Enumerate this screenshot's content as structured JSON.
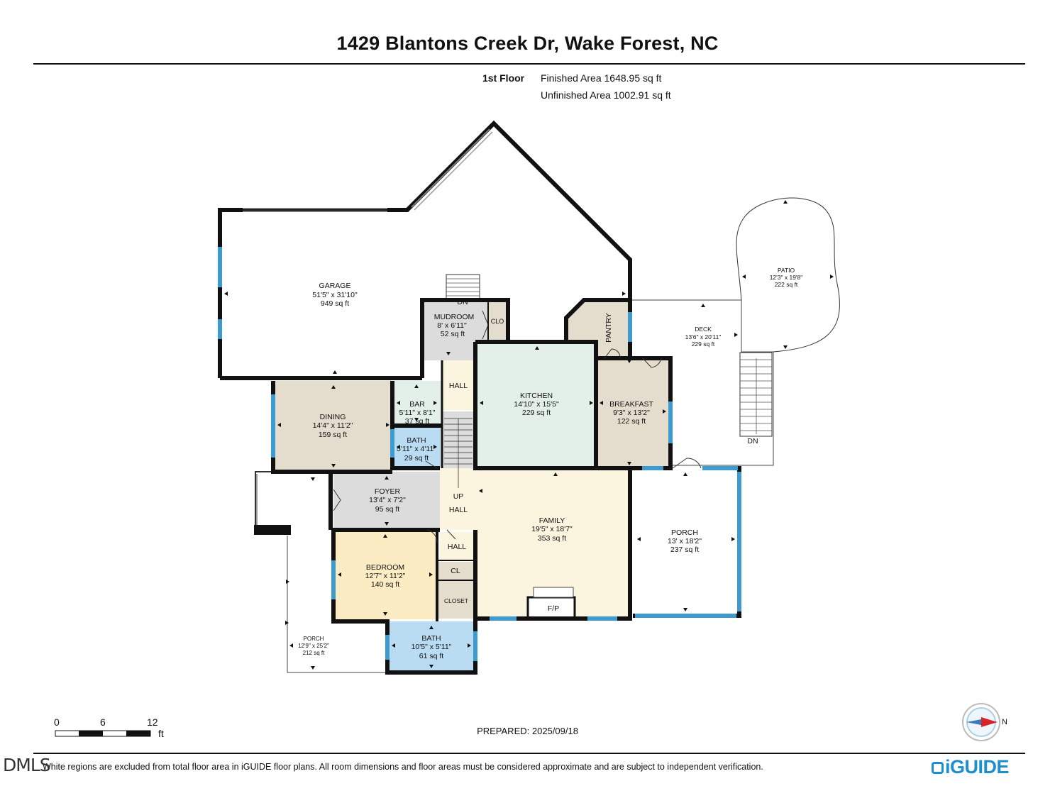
{
  "header": {
    "title": "1429 Blantons Creek Dr, Wake Forest, NC",
    "floor_label": "1st Floor",
    "finished_area": "Finished Area 1648.95 sq ft",
    "unfinished_area": "Unfinished Area 1002.91 sq ft"
  },
  "rooms": {
    "garage": {
      "name": "GARAGE",
      "dims": "51'5\" x 31'10\"",
      "area": "949 sq ft"
    },
    "mudroom": {
      "name": "MUDROOM",
      "dims": "8' x 6'11\"",
      "area": "52 sq ft"
    },
    "clo": {
      "name": "CLO"
    },
    "pantry": {
      "name": "PANTRY"
    },
    "deck": {
      "name": "DECK",
      "dims": "13'6\" x 20'11\"",
      "area": "229 sq ft"
    },
    "patio": {
      "name": "PATIO",
      "dims": "12'3\" x 19'8\"",
      "area": "222 sq ft"
    },
    "dining": {
      "name": "DINING",
      "dims": "14'4\" x 11'2\"",
      "area": "159 sq ft"
    },
    "bar": {
      "name": "BAR",
      "dims": "5'11\" x 8'1\"",
      "area": "37 sq ft"
    },
    "hall_upper": {
      "name": "HALL"
    },
    "kitchen": {
      "name": "KITCHEN",
      "dims": "14'10\" x 15'5\"",
      "area": "229 sq ft"
    },
    "breakfast": {
      "name": "BREAKFAST",
      "dims": "9'3\" x 13'2\"",
      "area": "122 sq ft"
    },
    "bath_small": {
      "name": "BATH",
      "dims": "5'11\" x 4'11\"",
      "area": "29 sq ft"
    },
    "foyer": {
      "name": "FOYER",
      "dims": "13'4\" x 7'2\"",
      "area": "95 sq ft"
    },
    "up": {
      "name": "UP"
    },
    "hall_mid": {
      "name": "HALL"
    },
    "family": {
      "name": "FAMILY",
      "dims": "19'5\" x 18'7\"",
      "area": "353 sq ft"
    },
    "porch_right": {
      "name": "PORCH",
      "dims": "13' x 18'2\"",
      "area": "237 sq ft"
    },
    "hall_lower": {
      "name": "HALL"
    },
    "bedroom": {
      "name": "BEDROOM",
      "dims": "12'7\" x 11'2\"",
      "area": "140 sq ft"
    },
    "cl": {
      "name": "CL"
    },
    "closet": {
      "name": "CLOSET"
    },
    "fp": {
      "name": "F/P"
    },
    "bath_lower": {
      "name": "BATH",
      "dims": "10'5\" x 5'11\"",
      "area": "61 sq ft"
    },
    "porch_left": {
      "name": "PORCH",
      "dims": "12'9\" x 25'2\"",
      "area": "212 sq ft"
    }
  },
  "stairs": {
    "dn_mudroom": "DN",
    "dn_deck": "DN"
  },
  "scale": {
    "ticks": [
      "0",
      "6",
      "12"
    ],
    "unit": "ft"
  },
  "compass": {
    "label": "N"
  },
  "prepared": "PREPARED: 2025/09/18",
  "disclaimer": "White regions are excluded from total floor area in iGUIDE floor plans. All room dimensions and floor areas must be considered approximate and are subject to independent verification.",
  "watermark": "DMLS",
  "logo": "iGUIDE",
  "colors": {
    "wall": "#111111",
    "window": "#3d9bd0",
    "garage_fill": "#ffffff",
    "beige": "#e4dccd",
    "grey": "#dcdcdc",
    "bath_blue": "#b9dcf3",
    "kitchen_green": "#e3efe9",
    "family_yellow": "#fbf5df",
    "bedroom_yellow": "#fbecc4",
    "logo_blue": "#1d8ed0"
  }
}
